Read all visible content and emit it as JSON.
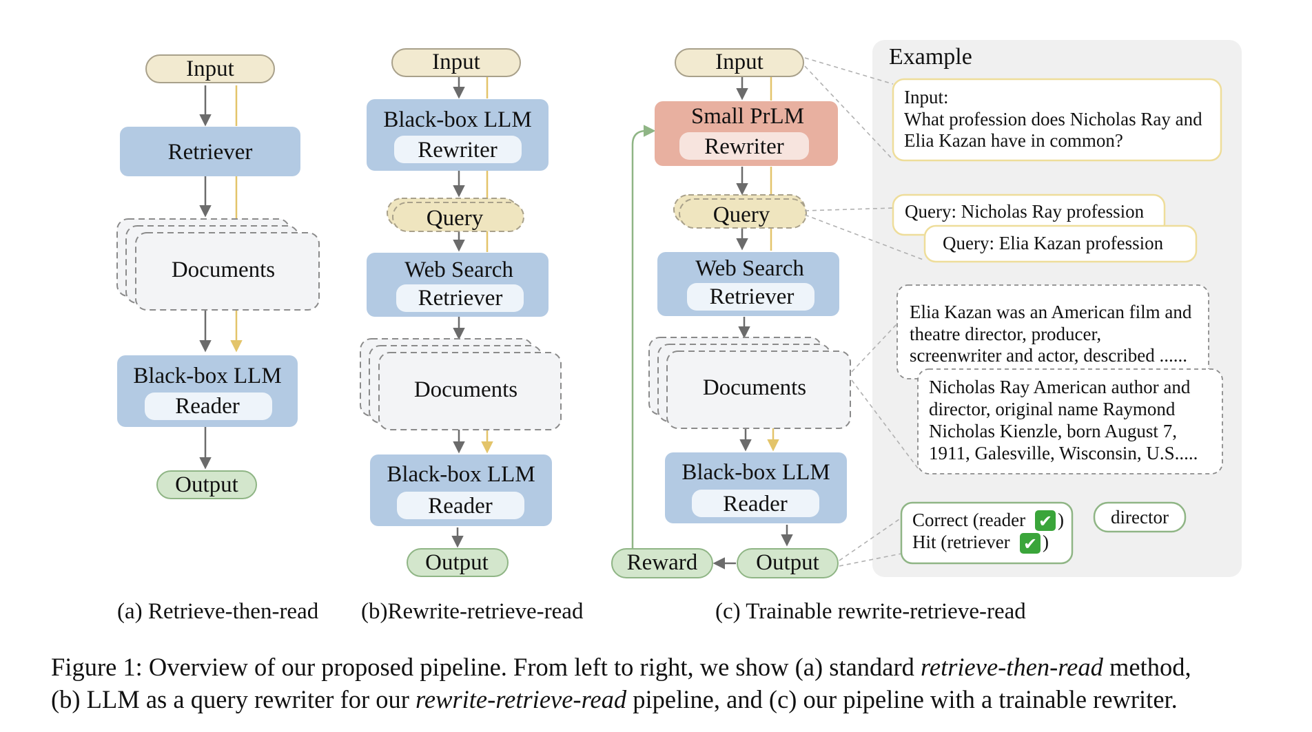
{
  "panel_a": {
    "input": "Input",
    "retriever": "Retriever",
    "documents": "Documents",
    "reader_title": "Black-box LLM",
    "reader_sub": "Reader",
    "output": "Output",
    "caption": "(a) Retrieve-then-read"
  },
  "panel_b": {
    "input": "Input",
    "rewriter_title": "Black-box LLM",
    "rewriter_sub": "Rewriter",
    "query": "Query",
    "search_title": "Web Search",
    "search_sub": "Retriever",
    "documents": "Documents",
    "reader_title": "Black-box LLM",
    "reader_sub": "Reader",
    "output": "Output",
    "caption": "(b)Rewrite-retrieve-read"
  },
  "panel_c": {
    "input": "Input",
    "rewriter_title": "Small PrLM",
    "rewriter_sub": "Rewriter",
    "query": "Query",
    "search_title": "Web Search",
    "search_sub": "Retriever",
    "documents": "Documents",
    "reader_title": "Black-box LLM",
    "reader_sub": "Reader",
    "output": "Output",
    "reward": "Reward",
    "caption": "(c) Trainable rewrite-retrieve-read"
  },
  "example": {
    "title": "Example",
    "input_lines": [
      "Input:",
      "What profession does Nicholas Ray and",
      "Elia Kazan have in common?"
    ],
    "query1": "Query: Nicholas Ray profession",
    "query2": "Query: Elia Kazan profession",
    "doc1_lines": [
      "Elia Kazan was an American film and",
      "theatre director, producer,",
      "screenwriter and actor, described  ......"
    ],
    "doc2_lines": [
      "Nicholas Ray American author and",
      "director, original name Raymond",
      "Nicholas Kienzle, born August 7,",
      "1911, Galesville, Wisconsin, U.S....."
    ],
    "correct": "Correct (reader",
    "hit": "Hit (retriever",
    "check_symbol": "✔",
    "close_paren": ")",
    "answer": "director"
  },
  "caption": {
    "p1": "Figure 1:  Overview of our proposed pipeline. From left to right, we show (a) standard ",
    "i1": "retrieve-then-read",
    "p2": " method,",
    "p3": "(b) LLM as a query rewriter for our ",
    "i2": "rewrite-retrieve-read",
    "p4": " pipeline, and (c) our pipeline with a trainable rewriter."
  },
  "colors": {
    "input_fill": "#f2ead0",
    "input_stroke": "#a8a08a",
    "blue_fill": "#b3cae3",
    "white_inner": "#eef4fa",
    "red_fill": "#e8b0a0",
    "query_fill": "#efe5bf",
    "green_fill": "#d3e6cc",
    "green_stroke": "#8fb585",
    "doc_fill": "#f3f4f6",
    "arrow_gray": "#6b6b6b",
    "arrow_gold": "#e3c46a",
    "example_bg": "#f0f0f0",
    "yellow_border": "#eedd9a",
    "check_green": "#3aa53a"
  }
}
